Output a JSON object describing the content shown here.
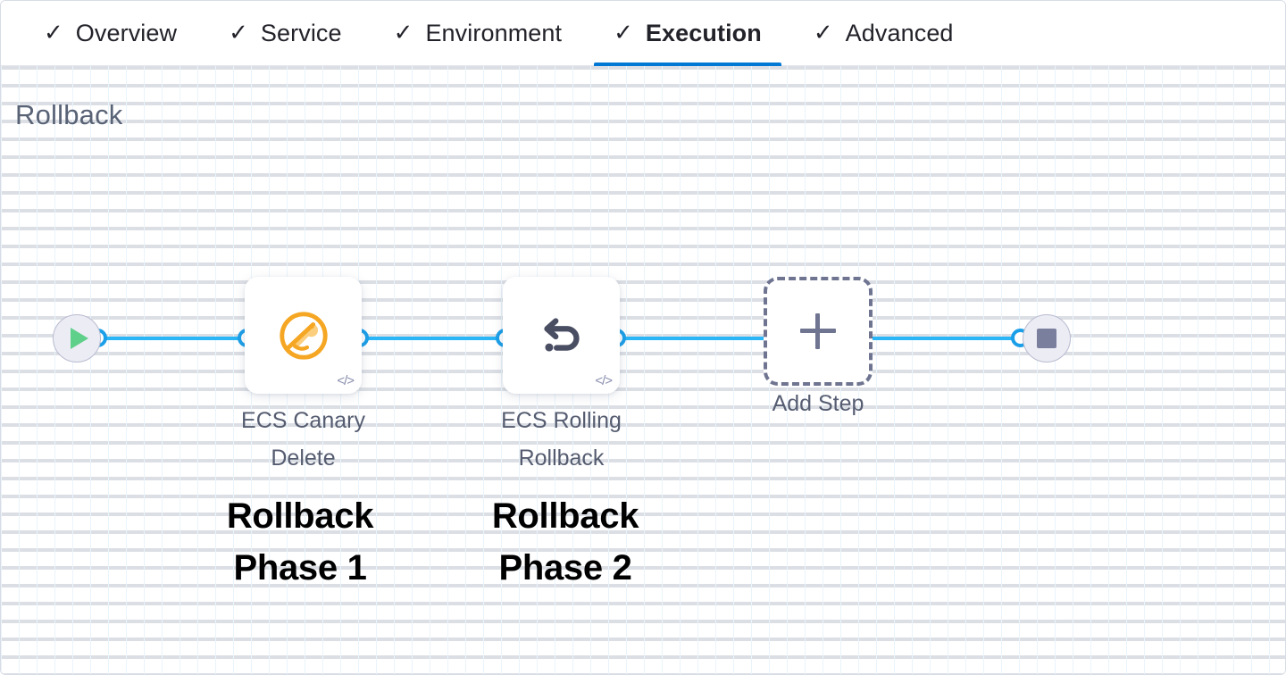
{
  "tabs": [
    {
      "label": "Overview",
      "icon": "check-icon",
      "active": false
    },
    {
      "label": "Service",
      "icon": "check-icon",
      "active": false
    },
    {
      "label": "Environment",
      "icon": "check-icon",
      "active": false
    },
    {
      "label": "Execution",
      "icon": "check-icon",
      "active": true
    },
    {
      "label": "Advanced",
      "icon": "check-icon",
      "active": false
    }
  ],
  "check_glyph": "✓",
  "section": {
    "title": "Rollback"
  },
  "pipeline": {
    "start_node": {
      "icon": "play-icon",
      "name": "start-node"
    },
    "end_node": {
      "icon": "stop-icon",
      "name": "end-node"
    },
    "steps": [
      {
        "label": "ECS Canary Delete",
        "icon": "ecs-canary-icon",
        "badge": "</>",
        "annotation": "Rollback\nPhase 1"
      },
      {
        "label": "ECS Rolling Rollback",
        "icon": "rollback-arrow-icon",
        "badge": "</>",
        "annotation": "Rollback\nPhase 2"
      }
    ],
    "add_step": {
      "label": "Add Step",
      "icon": "plus-icon"
    },
    "annotations": [
      {
        "line1": "Rollback",
        "line2": "Phase 1"
      },
      {
        "line1": "Rollback",
        "line2": "Phase 2"
      }
    ]
  },
  "colors": {
    "accent_blue": "#0278d5",
    "connector_blue": "#29b5f6",
    "canary_orange": "#f5a623",
    "play_green": "#5fd08a",
    "stop_gray": "#7b7f9e",
    "heading_gray": "#596376",
    "label_gray": "#555c70",
    "dashed_border": "#6f7490"
  }
}
